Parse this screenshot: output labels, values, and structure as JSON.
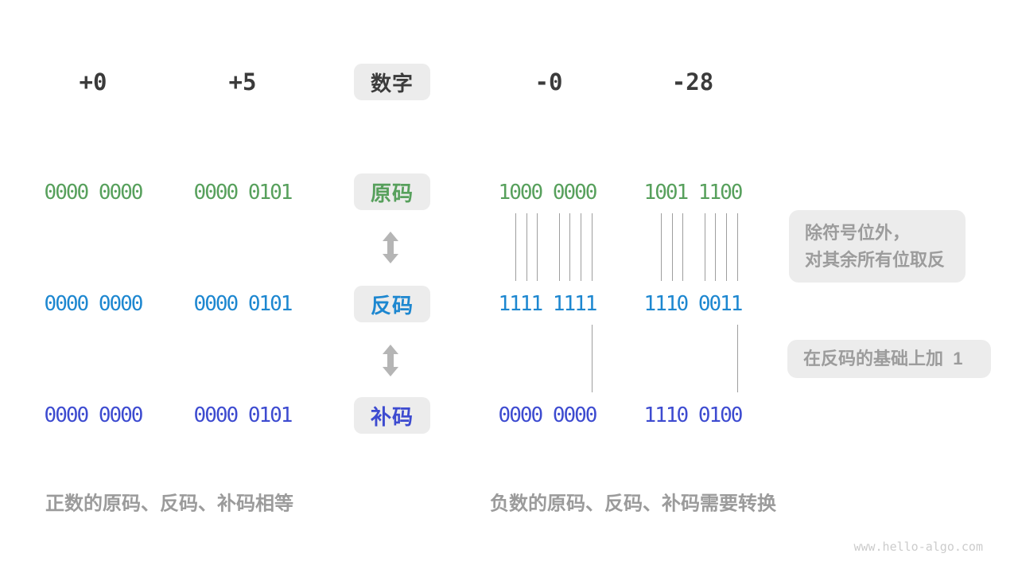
{
  "header": {
    "labels": [
      "+0",
      "+5",
      "-0",
      "-28"
    ],
    "badge": "数字"
  },
  "rows": [
    {
      "name": "sign-magnitude",
      "badge": "原码",
      "color": "#57A05C",
      "values": [
        "0000 0000",
        "0000 0101",
        "1000 0000",
        "1001 1100"
      ]
    },
    {
      "name": "ones-complement",
      "badge": "反码",
      "color": "#1D87D0",
      "values": [
        "0000 0000",
        "0000 0101",
        "1111 1111",
        "1110 0011"
      ]
    },
    {
      "name": "twos-complement",
      "badge": "补码",
      "color": "#3D4BD0",
      "values": [
        "0000 0000",
        "0000 0101",
        "0000 0000",
        "1110 0100"
      ]
    }
  ],
  "annotations": {
    "flip_bits": [
      "除符号位外，",
      "对其余所有位取反"
    ],
    "add_one": "在反码的基础上加  1"
  },
  "captions": {
    "positive": "正数的原码、反码、补码相等",
    "negative": "负数的原码、反码、补码需要转换"
  },
  "watermark": "www.hello-algo.com",
  "colors": {
    "sign_magnitude_green": "#57A05C",
    "ones_complement_blue": "#1D87D0",
    "twos_complement_indigo": "#3D4BD0",
    "badge_background": "#ECECEC",
    "header_text": "#3B3B3B",
    "muted_gray": "#9B9B9B",
    "arrow_gray": "#B5B5B5"
  }
}
